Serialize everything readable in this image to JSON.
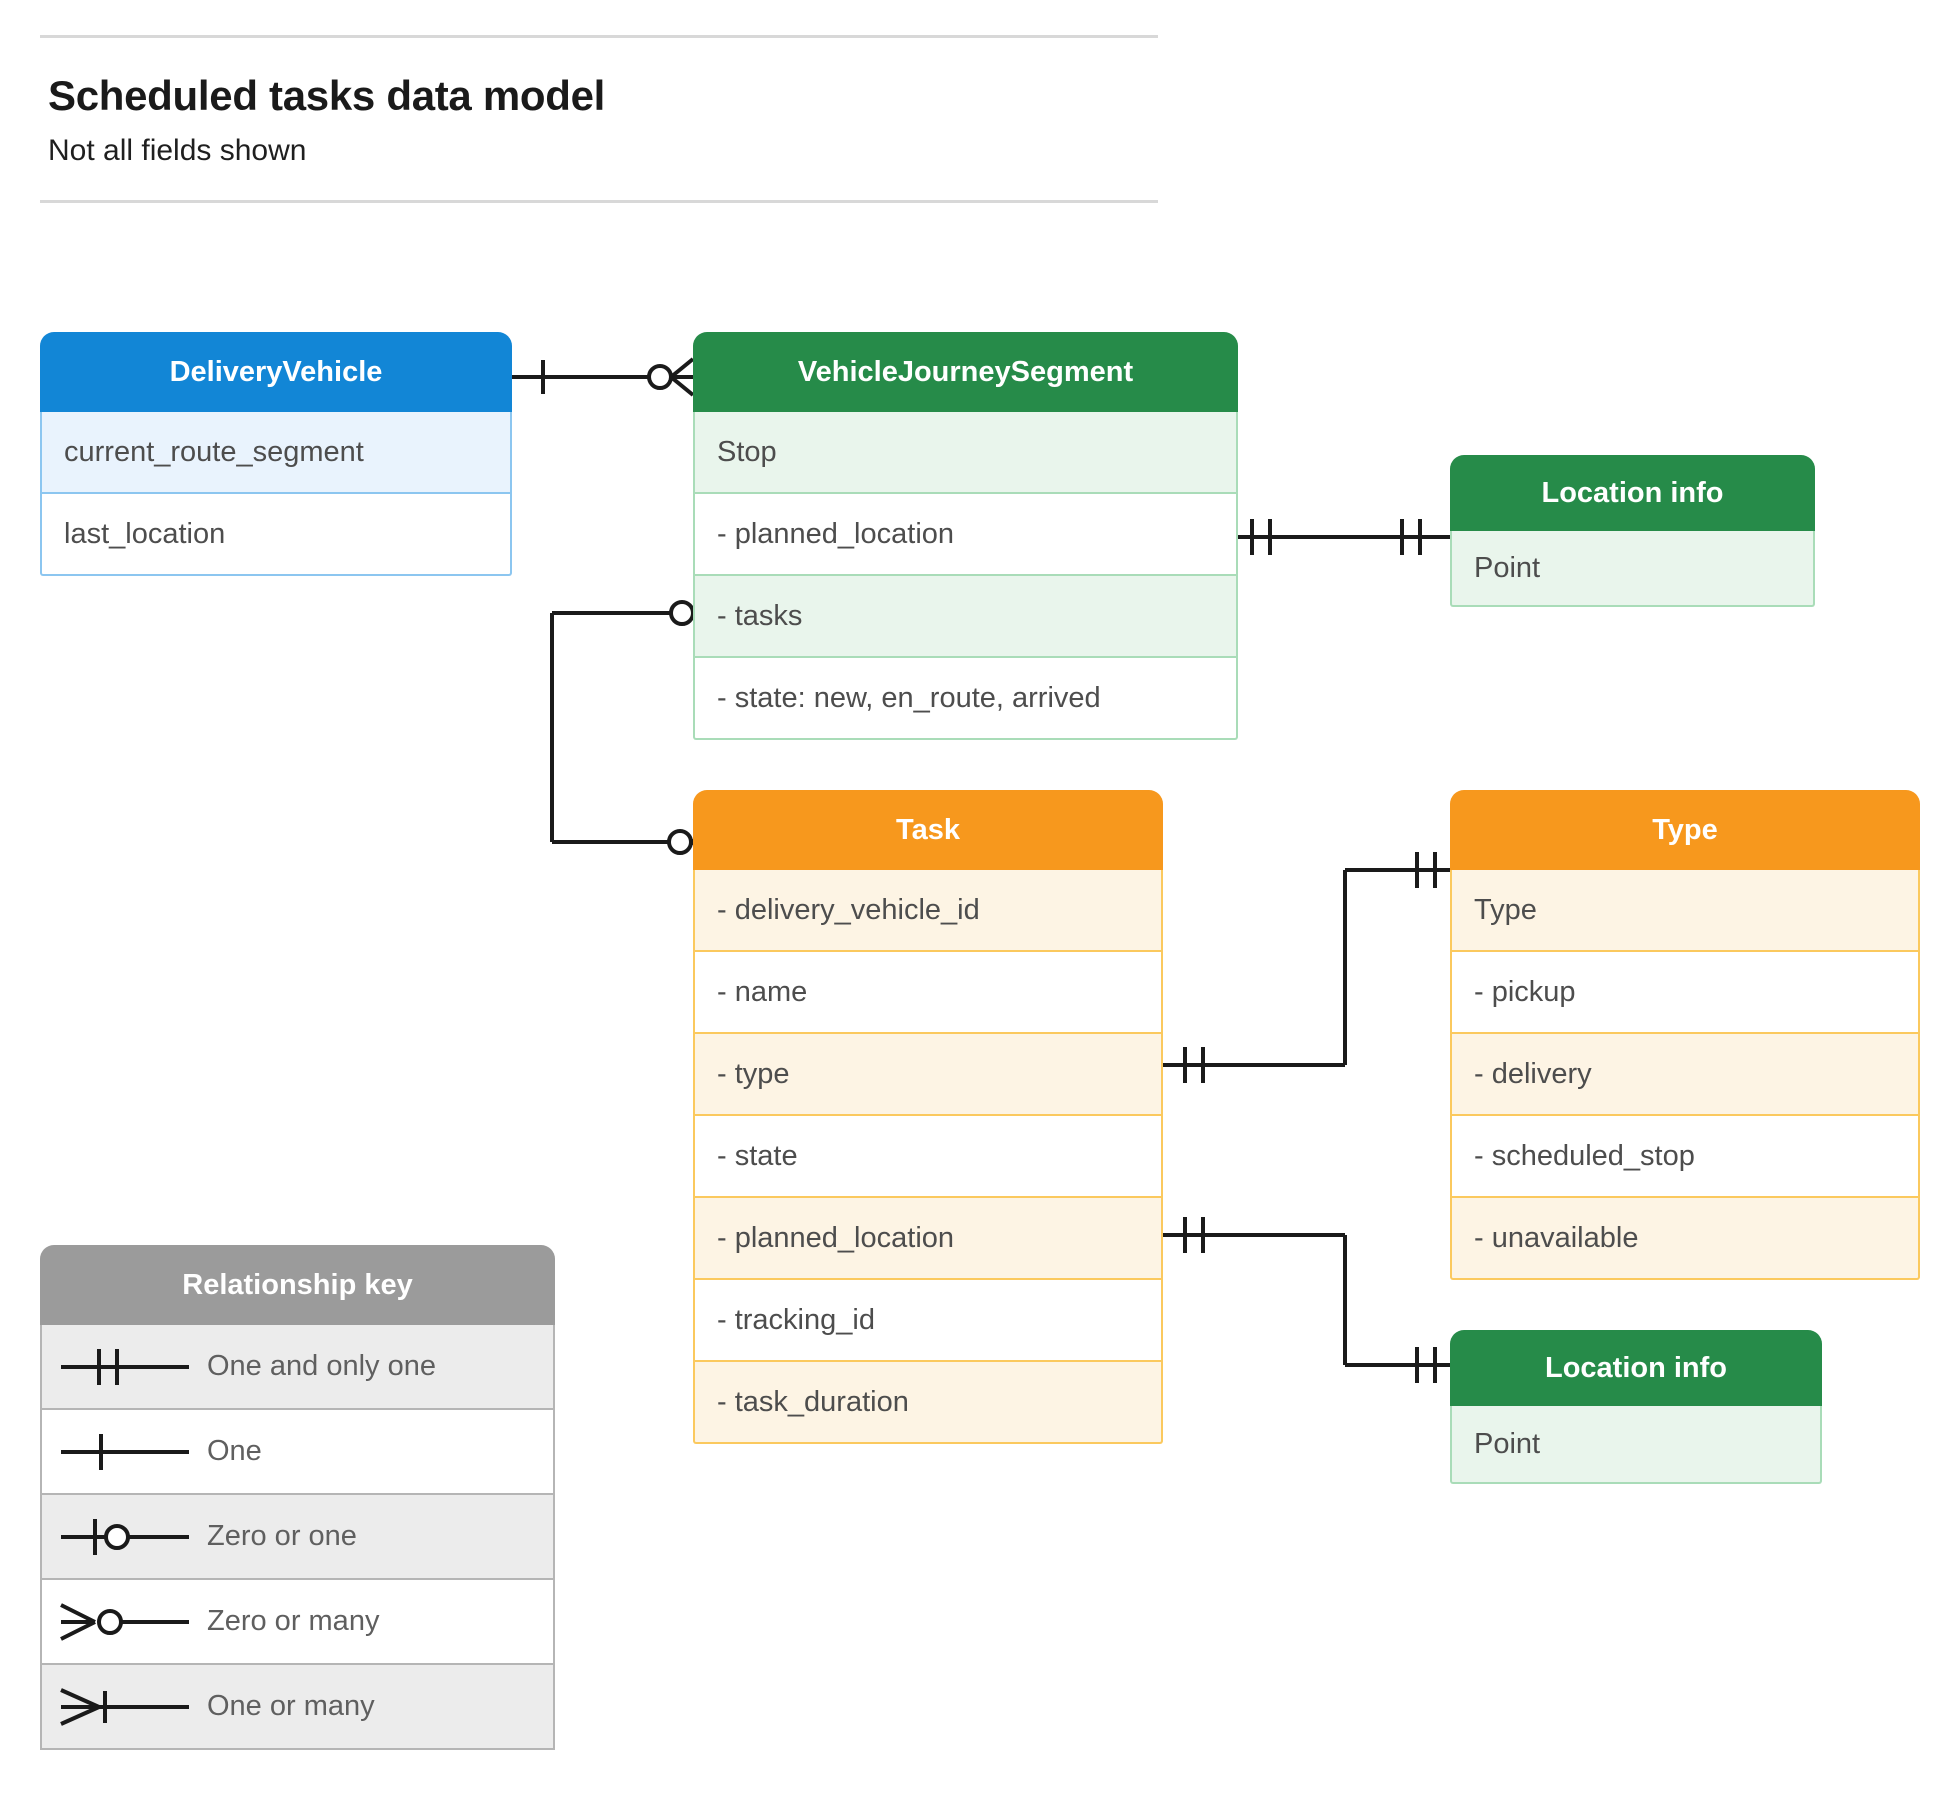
{
  "header": {
    "title": "Scheduled tasks data model",
    "subtitle": "Not all fields shown"
  },
  "entities": [
    {
      "id": "deliveryvehicle",
      "name": "DeliveryVehicle",
      "color": "#1286d6",
      "rows": [
        "current_route_segment",
        "last_location"
      ]
    },
    {
      "id": "vehiclejourneysegment",
      "name": "VehicleJourneySegment",
      "color": "#268b49",
      "rows": [
        "Stop",
        "-  planned_location",
        "- tasks",
        "- state: new, en_route, arrived"
      ]
    },
    {
      "id": "locationinfo_top",
      "name": "Location info",
      "color": "#268b49",
      "rows": [
        "Point"
      ]
    },
    {
      "id": "task",
      "name": "Task",
      "color": "#f7981d",
      "rows": [
        "- delivery_vehicle_id",
        "- name",
        "- type",
        "- state",
        "- planned_location",
        "- tracking_id",
        "- task_duration"
      ]
    },
    {
      "id": "type",
      "name": "Type",
      "color": "#f7981d",
      "rows": [
        "Type",
        "-   pickup",
        "-   delivery",
        "-   scheduled_stop",
        "-   unavailable"
      ]
    },
    {
      "id": "locationinfo_bottom",
      "name": "Location info",
      "color": "#268b49",
      "rows": [
        "Point"
      ]
    }
  ],
  "legend": {
    "title": "Relationship key",
    "items": [
      {
        "symbol": "one-and-only-one",
        "label": "One and only one"
      },
      {
        "symbol": "one",
        "label": "One"
      },
      {
        "symbol": "zero-or-one",
        "label": "Zero or one"
      },
      {
        "symbol": "zero-or-many",
        "label": "Zero or many"
      },
      {
        "symbol": "one-or-many",
        "label": "One or many"
      }
    ]
  },
  "relationships": [
    {
      "from": "DeliveryVehicle",
      "to": "VehicleJourneySegment",
      "from_marker": "one",
      "to_marker": "zero-or-many"
    },
    {
      "from": "VehicleJourneySegment.planned_location",
      "to": "Location info",
      "from_marker": "one-and-only-one",
      "to_marker": "one-and-only-one"
    },
    {
      "from": "VehicleJourneySegment.tasks",
      "to": "Task",
      "from_marker": "zero-or-one",
      "to_marker": "zero-or-many"
    },
    {
      "from": "Task.type",
      "to": "Type",
      "from_marker": "one-and-only-one",
      "to_marker": "one-and-only-one"
    },
    {
      "from": "Task.planned_location",
      "to": "Location info",
      "from_marker": "one-and-only-one",
      "to_marker": "one-and-only-one"
    }
  ],
  "colors": {
    "blue": "#1286d6",
    "green": "#268b49",
    "orange": "#f7981d",
    "grey": "#9b9b9b",
    "line": "#1a1a1a"
  }
}
